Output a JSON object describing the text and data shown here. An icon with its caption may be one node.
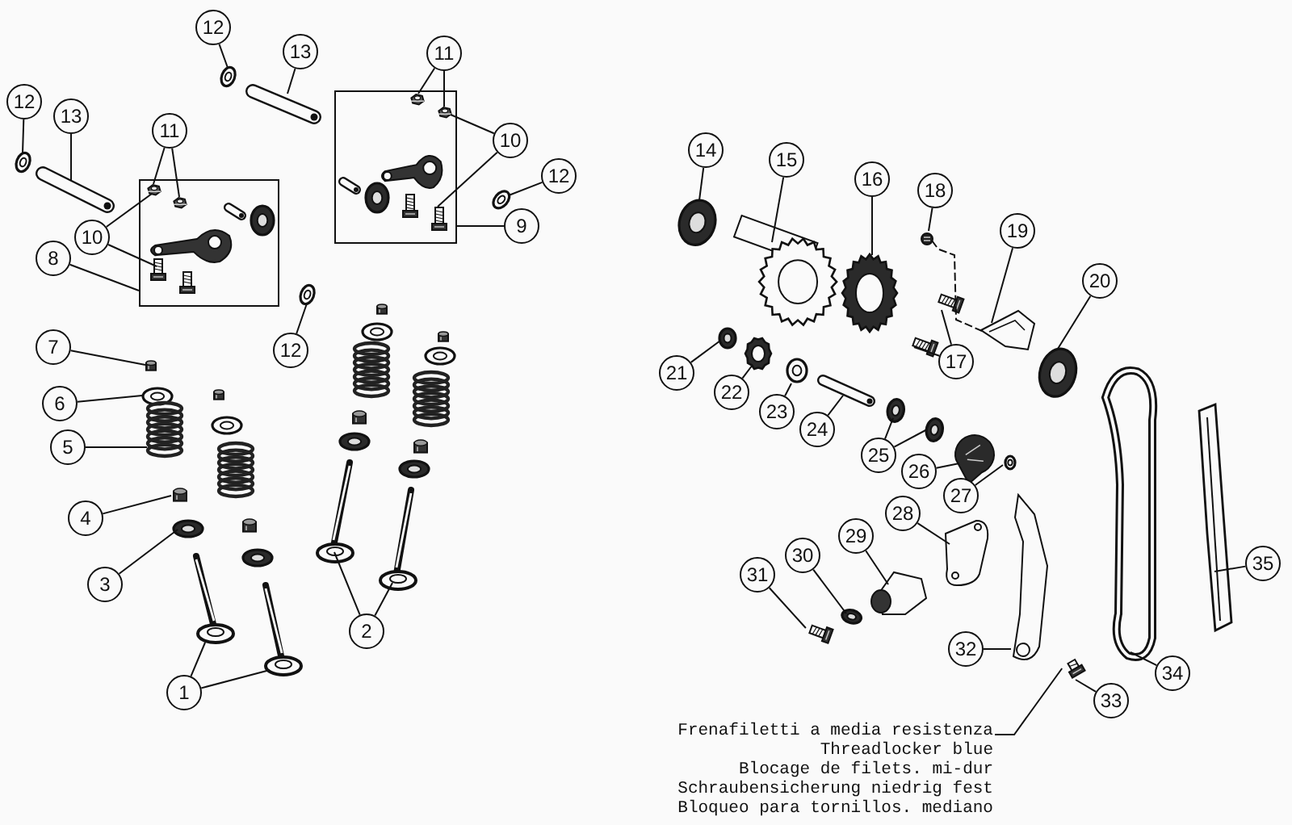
{
  "diagram": {
    "nodes": [
      {
        "text": [
          "12"
        ]
      },
      {
        "text": [
          "13"
        ]
      },
      {
        "text": [
          "11"
        ]
      },
      {
        "text": [
          "12"
        ]
      },
      {
        "text": [
          "13"
        ]
      },
      {
        "text": [
          "11"
        ]
      },
      {
        "text": [
          "10"
        ]
      },
      {
        "text": [],
        "shape": "box"
      },
      {
        "text": [],
        "shape": "box"
      },
      {
        "text": [
          "12"
        ]
      },
      {
        "text": [
          "9"
        ]
      },
      {
        "text": [
          "10"
        ]
      },
      {
        "text": [
          "8"
        ]
      },
      {
        "text": [
          "12"
        ]
      },
      {
        "text": [
          "7"
        ]
      },
      {
        "text": [
          "6"
        ]
      },
      {
        "text": [
          "5"
        ]
      },
      {
        "text": [
          "4"
        ]
      },
      {
        "text": [
          "3"
        ]
      },
      {
        "text": [
          "2"
        ]
      },
      {
        "text": [
          "1"
        ]
      },
      {
        "text": [
          "14"
        ]
      },
      {
        "text": [
          "15"
        ]
      },
      {
        "text": [
          "16"
        ]
      },
      {
        "text": [
          "18"
        ]
      },
      {
        "text": [
          "19"
        ]
      },
      {
        "text": [
          "20"
        ]
      },
      {
        "text": [
          "17"
        ]
      },
      {
        "text": [
          "21"
        ]
      },
      {
        "text": [
          "22"
        ]
      },
      {
        "text": [
          "23"
        ]
      },
      {
        "text": [
          "24"
        ]
      },
      {
        "text": [
          "25"
        ]
      },
      {
        "text": [
          "26"
        ]
      },
      {
        "text": [
          "27"
        ]
      },
      {
        "text": [
          "28"
        ]
      },
      {
        "text": [
          "29"
        ]
      },
      {
        "text": [
          "30"
        ]
      },
      {
        "text": [
          "31"
        ]
      },
      {
        "text": [
          "32"
        ]
      },
      {
        "text": [
          "33"
        ]
      },
      {
        "text": [
          "34"
        ]
      },
      {
        "text": [
          "35"
        ]
      },
      {
        "text": [
          "Frenafiletti a media resistenza",
          "Threadlocker blue",
          "Blocage de filets. mi-dur",
          "Schraubensicherung niedrig fest",
          "Bloqueo para tornillos. mediano"
        ]
      },
      {
        "text": [],
        "shape": "picture"
      },
      {
        "text": [],
        "shape": "picture"
      },
      {
        "text": [],
        "shape": "picture",
        "in": 7
      },
      {
        "text": [],
        "shape": "picture",
        "in": 7
      },
      {
        "text": [],
        "shape": "picture"
      },
      {
        "text": [],
        "shape": "picture"
      },
      {
        "text": [],
        "shape": "picture",
        "in": 8
      },
      {
        "text": [],
        "shape": "picture",
        "in": 8
      },
      {
        "text": [],
        "shape": "picture",
        "in": 7
      },
      {
        "text": [],
        "shape": "picture"
      },
      {
        "text": [],
        "shape": "picture",
        "in": 8
      },
      {
        "text": [],
        "shape": "picture"
      },
      {
        "text": [],
        "shape": "picture"
      },
      {
        "text": [],
        "shape": "picture"
      },
      {
        "text": [],
        "shape": "picture"
      },
      {
        "text": [],
        "shape": "picture"
      },
      {
        "text": [],
        "shape": "picture"
      },
      {
        "text": [],
        "shape": "picture"
      },
      {
        "text": [],
        "shape": "picture"
      },
      {
        "text": [],
        "shape": "picture"
      },
      {
        "text": [],
        "shape": "picture"
      },
      {
        "text": [],
        "shape": "picture"
      },
      {
        "text": [],
        "shape": "picture"
      },
      {
        "text": [],
        "shape": "picture"
      },
      {
        "text": [],
        "shape": "picture"
      },
      {
        "text": [],
        "shape": "picture"
      },
      {
        "text": [],
        "shape": "picture"
      },
      {
        "text": [],
        "shape": "picture"
      },
      {
        "text": [],
        "shape": "picture"
      },
      {
        "text": [],
        "shape": "picture"
      },
      {
        "text": [],
        "shape": "picture"
      },
      {
        "text": [],
        "shape": "picture"
      },
      {
        "text": [],
        "shape": "picture"
      },
      {
        "text": [],
        "shape": "picture"
      },
      {
        "text": [],
        "shape": "picture"
      },
      {
        "text": [],
        "shape": "picture"
      },
      {
        "text": [],
        "shape": "picture"
      },
      {
        "text": [],
        "shape": "picture"
      },
      {
        "text": [],
        "shape": "picture"
      },
      {
        "text": [],
        "shape": "picture"
      },
      {
        "text": [],
        "shape": "picture"
      },
      {
        "text": [],
        "shape": "picture"
      },
      {
        "text": [],
        "shape": "picture"
      },
      {
        "text": [],
        "shape": "picture"
      },
      {
        "text": [],
        "shape": "picture"
      },
      {
        "text": [],
        "shape": "picture",
        "in": 8
      },
      {
        "text": [],
        "shape": "picture",
        "in": 8
      },
      {
        "text": [],
        "shape": "picture",
        "in": 8
      },
      {
        "text": [],
        "shape": "picture",
        "in": 8
      },
      {
        "text": [],
        "shape": "picture",
        "in": 7
      },
      {
        "text": [],
        "shape": "picture",
        "in": 7
      },
      {
        "text": [],
        "shape": "picture",
        "in": 7
      },
      {
        "text": [],
        "shape": "picture",
        "in": 7
      },
      {
        "text": [],
        "shape": "picture"
      },
      {
        "text": [],
        "shape": "picture"
      },
      {
        "text": [],
        "shape": "picture"
      },
      {
        "text": [],
        "shape": "picture"
      },
      {
        "text": [],
        "shape": "picture"
      },
      {
        "text": [],
        "shape": "picture"
      },
      {
        "text": [],
        "shape": "picture"
      },
      {
        "text": [],
        "shape": "picture"
      },
      {
        "text": [],
        "shape": "picture"
      },
      {
        "text": [],
        "shape": "picture"
      },
      {
        "text": [],
        "shape": "picture"
      },
      {
        "text": [],
        "shape": "picture"
      },
      {
        "text": [],
        "shape": "picture"
      },
      {
        "text": [],
        "shape": "picture"
      },
      {
        "text": [],
        "shape": "picture"
      }
    ],
    "edges": [
      {
        "from": 0,
        "to": 44,
        "arrow": "none"
      },
      {
        "from": 1,
        "to": 45,
        "arrow": "none"
      },
      {
        "from": 2,
        "to": 46,
        "arrow": "none"
      },
      {
        "from": 2,
        "to": 47,
        "arrow": "none"
      },
      {
        "from": 3,
        "to": 48,
        "arrow": "none"
      },
      {
        "from": 4,
        "to": 49,
        "arrow": "none"
      },
      {
        "from": 5,
        "to": 50,
        "arrow": "none"
      },
      {
        "from": 5,
        "to": 51,
        "arrow": "none"
      },
      {
        "from": 6,
        "to": 47,
        "arrow": "none"
      },
      {
        "from": 6,
        "to": 52,
        "arrow": "none"
      },
      {
        "from": 9,
        "to": 53,
        "arrow": "none"
      },
      {
        "from": 10,
        "to": 7,
        "arrow": "none"
      },
      {
        "from": 11,
        "to": 50,
        "arrow": "none"
      },
      {
        "from": 11,
        "to": 54,
        "arrow": "none"
      },
      {
        "from": 12,
        "to": 8,
        "arrow": "none"
      },
      {
        "from": 13,
        "to": 55,
        "arrow": "none"
      },
      {
        "from": 14,
        "to": 56,
        "arrow": "none"
      },
      {
        "from": 15,
        "to": 57,
        "arrow": "none"
      },
      {
        "from": 16,
        "to": 58,
        "arrow": "none"
      },
      {
        "from": 17,
        "to": 59,
        "arrow": "none"
      },
      {
        "from": 18,
        "to": 60,
        "arrow": "none"
      },
      {
        "from": 19,
        "to": 61,
        "arrow": "none"
      },
      {
        "from": 19,
        "to": 62,
        "arrow": "none"
      },
      {
        "from": 20,
        "to": 63,
        "arrow": "none"
      },
      {
        "from": 20,
        "to": 64,
        "arrow": "none"
      },
      {
        "from": 21,
        "to": 65,
        "arrow": "none"
      },
      {
        "from": 22,
        "to": 66,
        "arrow": "none"
      },
      {
        "from": 23,
        "to": 67,
        "arrow": "none"
      },
      {
        "from": 24,
        "to": 68,
        "arrow": "none"
      },
      {
        "from": 25,
        "to": 69,
        "arrow": "none"
      },
      {
        "from": 26,
        "to": 70,
        "arrow": "none"
      },
      {
        "from": 27,
        "to": 71,
        "arrow": "none"
      },
      {
        "from": 27,
        "to": 72,
        "arrow": "none"
      },
      {
        "from": 28,
        "to": 73,
        "arrow": "none"
      },
      {
        "from": 29,
        "to": 74,
        "arrow": "none"
      },
      {
        "from": 30,
        "to": 75,
        "arrow": "none"
      },
      {
        "from": 31,
        "to": 76,
        "arrow": "none"
      },
      {
        "from": 32,
        "to": 77,
        "arrow": "none"
      },
      {
        "from": 32,
        "to": 78,
        "arrow": "none"
      },
      {
        "from": 33,
        "to": 79,
        "arrow": "none"
      },
      {
        "from": 34,
        "to": 80,
        "arrow": "none"
      },
      {
        "from": 35,
        "to": 81,
        "arrow": "none"
      },
      {
        "from": 36,
        "to": 82,
        "arrow": "none"
      },
      {
        "from": 37,
        "to": 83,
        "arrow": "none"
      },
      {
        "from": 38,
        "to": 84,
        "arrow": "none"
      },
      {
        "from": 39,
        "to": 85,
        "arrow": "none"
      },
      {
        "from": 40,
        "to": 86,
        "arrow": "none"
      },
      {
        "from": 41,
        "to": 87,
        "arrow": "none"
      },
      {
        "from": 42,
        "to": 88,
        "arrow": "none"
      },
      {
        "from": 43,
        "to": 86,
        "arrow": "none"
      },
      {
        "from": 68,
        "to": 69,
        "arrow": "none",
        "style": "dashed"
      }
    ]
  }
}
